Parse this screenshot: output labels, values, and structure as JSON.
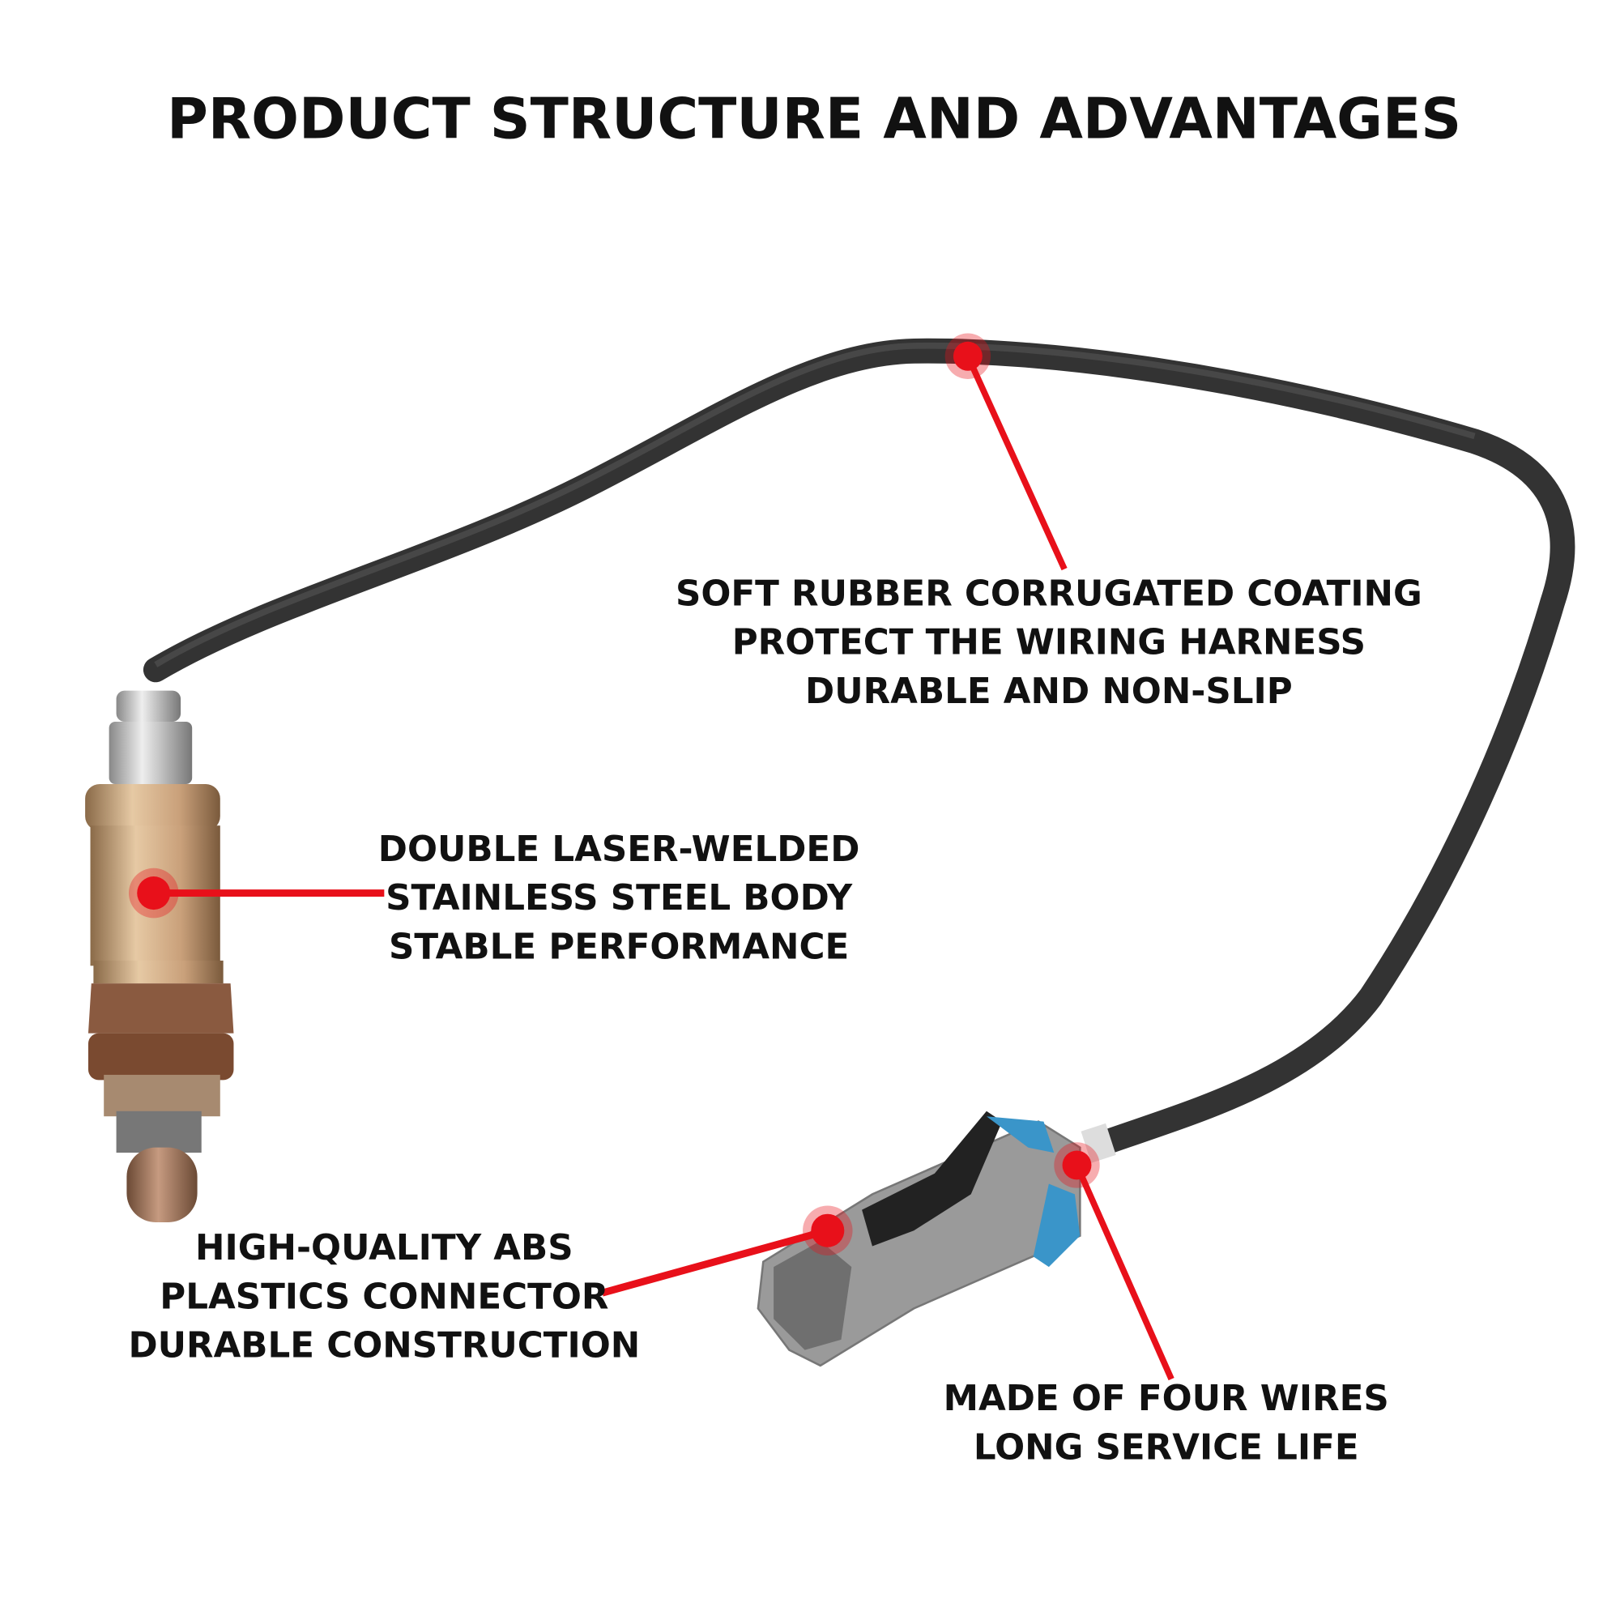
{
  "title": "PRODUCT STRUCTURE AND ADVANTAGES",
  "callouts": {
    "wiring": [
      "SOFT RUBBER CORRUGATED COATING",
      "PROTECT THE WIRING HARNESS",
      "DURABLE AND NON-SLIP"
    ],
    "body": [
      "DOUBLE LASER-WELDED",
      "STAINLESS STEEL BODY",
      "STABLE PERFORMANCE"
    ],
    "connector": [
      "HIGH-QUALITY ABS",
      "PLASTICS CONNECTOR",
      "DURABLE CONSTRUCTION"
    ],
    "wires": [
      "MADE OF FOUR WIRES",
      "LONG SERVICE LIFE"
    ]
  },
  "colors": {
    "accent": "#e8101a",
    "cable": "#3a3a3a",
    "text": "#111111"
  }
}
